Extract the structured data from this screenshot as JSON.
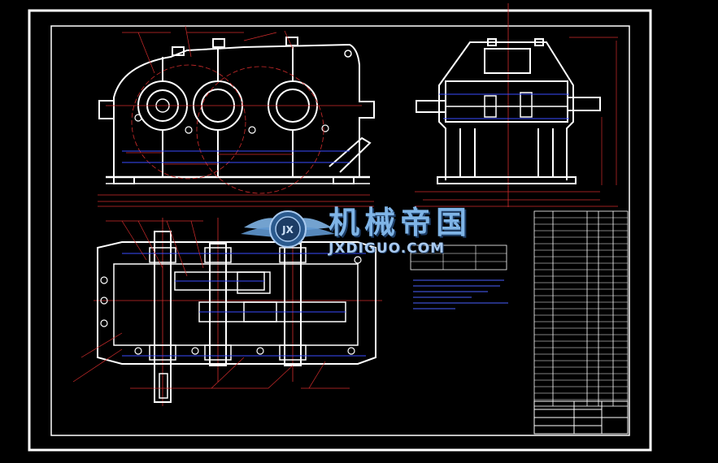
{
  "watermark": {
    "chinese_name": "机械帝国",
    "site": "JXDIGUO.COM",
    "badge": "JX"
  },
  "colors": {
    "background": "#000000",
    "outline": "#ffffff",
    "dimension": "#d22c2c",
    "hatch": "#3a4cff",
    "accent": "#ff3030",
    "watermark": "#7fb4e6"
  }
}
